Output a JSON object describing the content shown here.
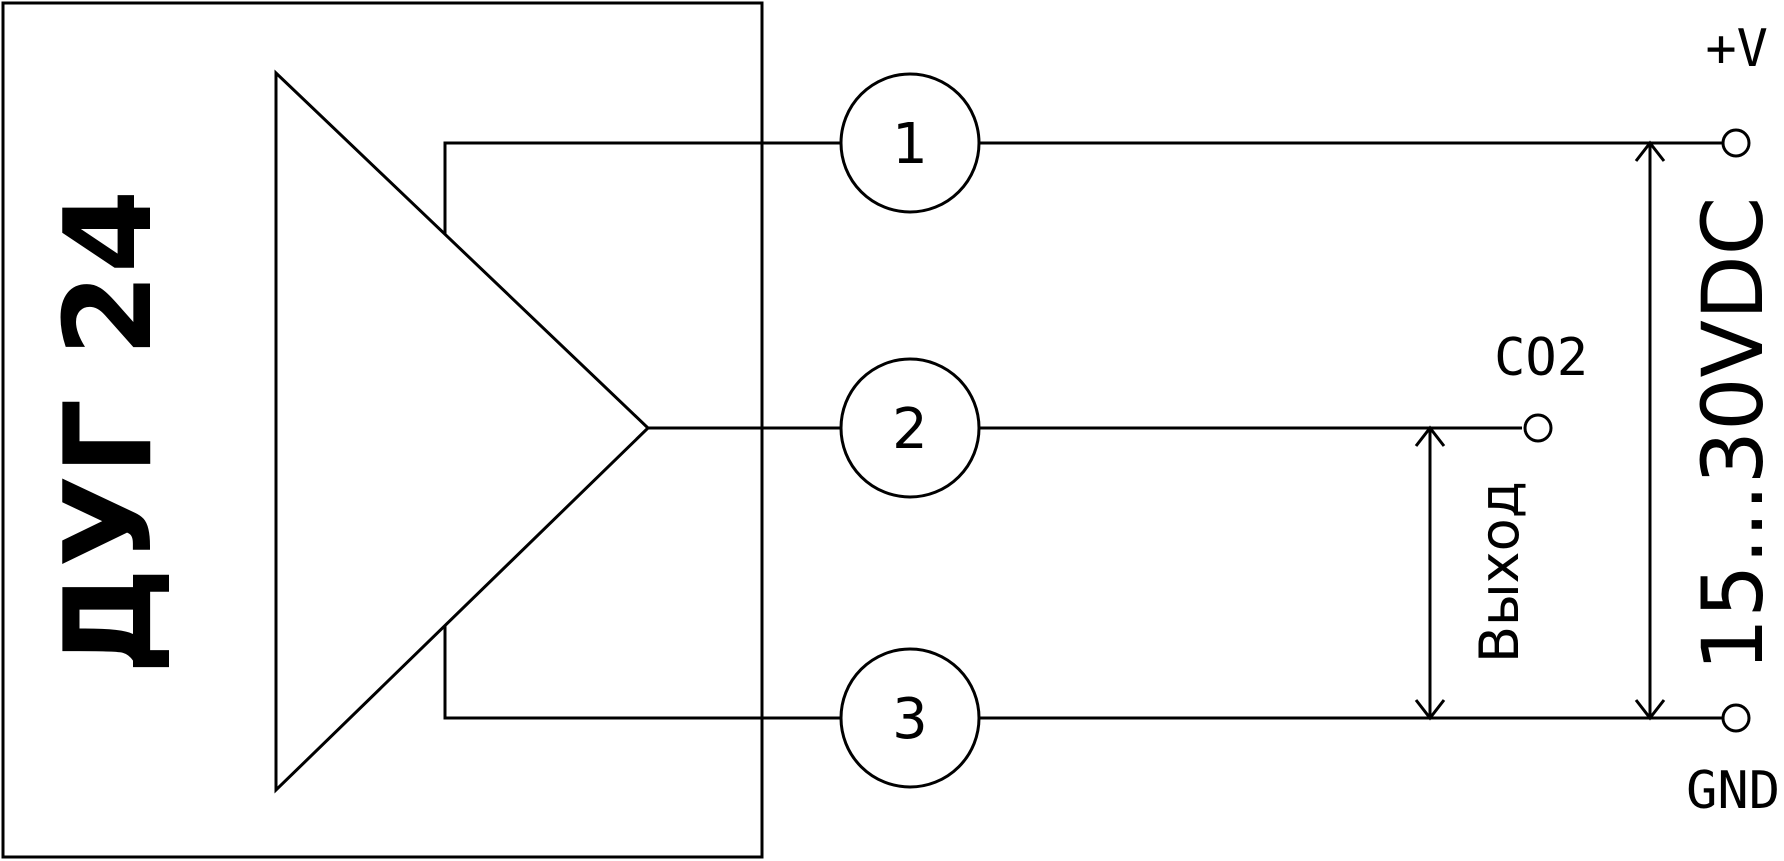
{
  "device": {
    "title": "ДУГ 24"
  },
  "pins": [
    {
      "number": "1"
    },
    {
      "number": "2"
    },
    {
      "number": "3"
    }
  ],
  "terminals": {
    "plus_v": "+V",
    "co2": "CO2",
    "gnd": "GND"
  },
  "dimensions": {
    "output": "Выход",
    "supply": "15...30VDC"
  },
  "colors": {
    "line": "#000000",
    "background": "#ffffff"
  }
}
